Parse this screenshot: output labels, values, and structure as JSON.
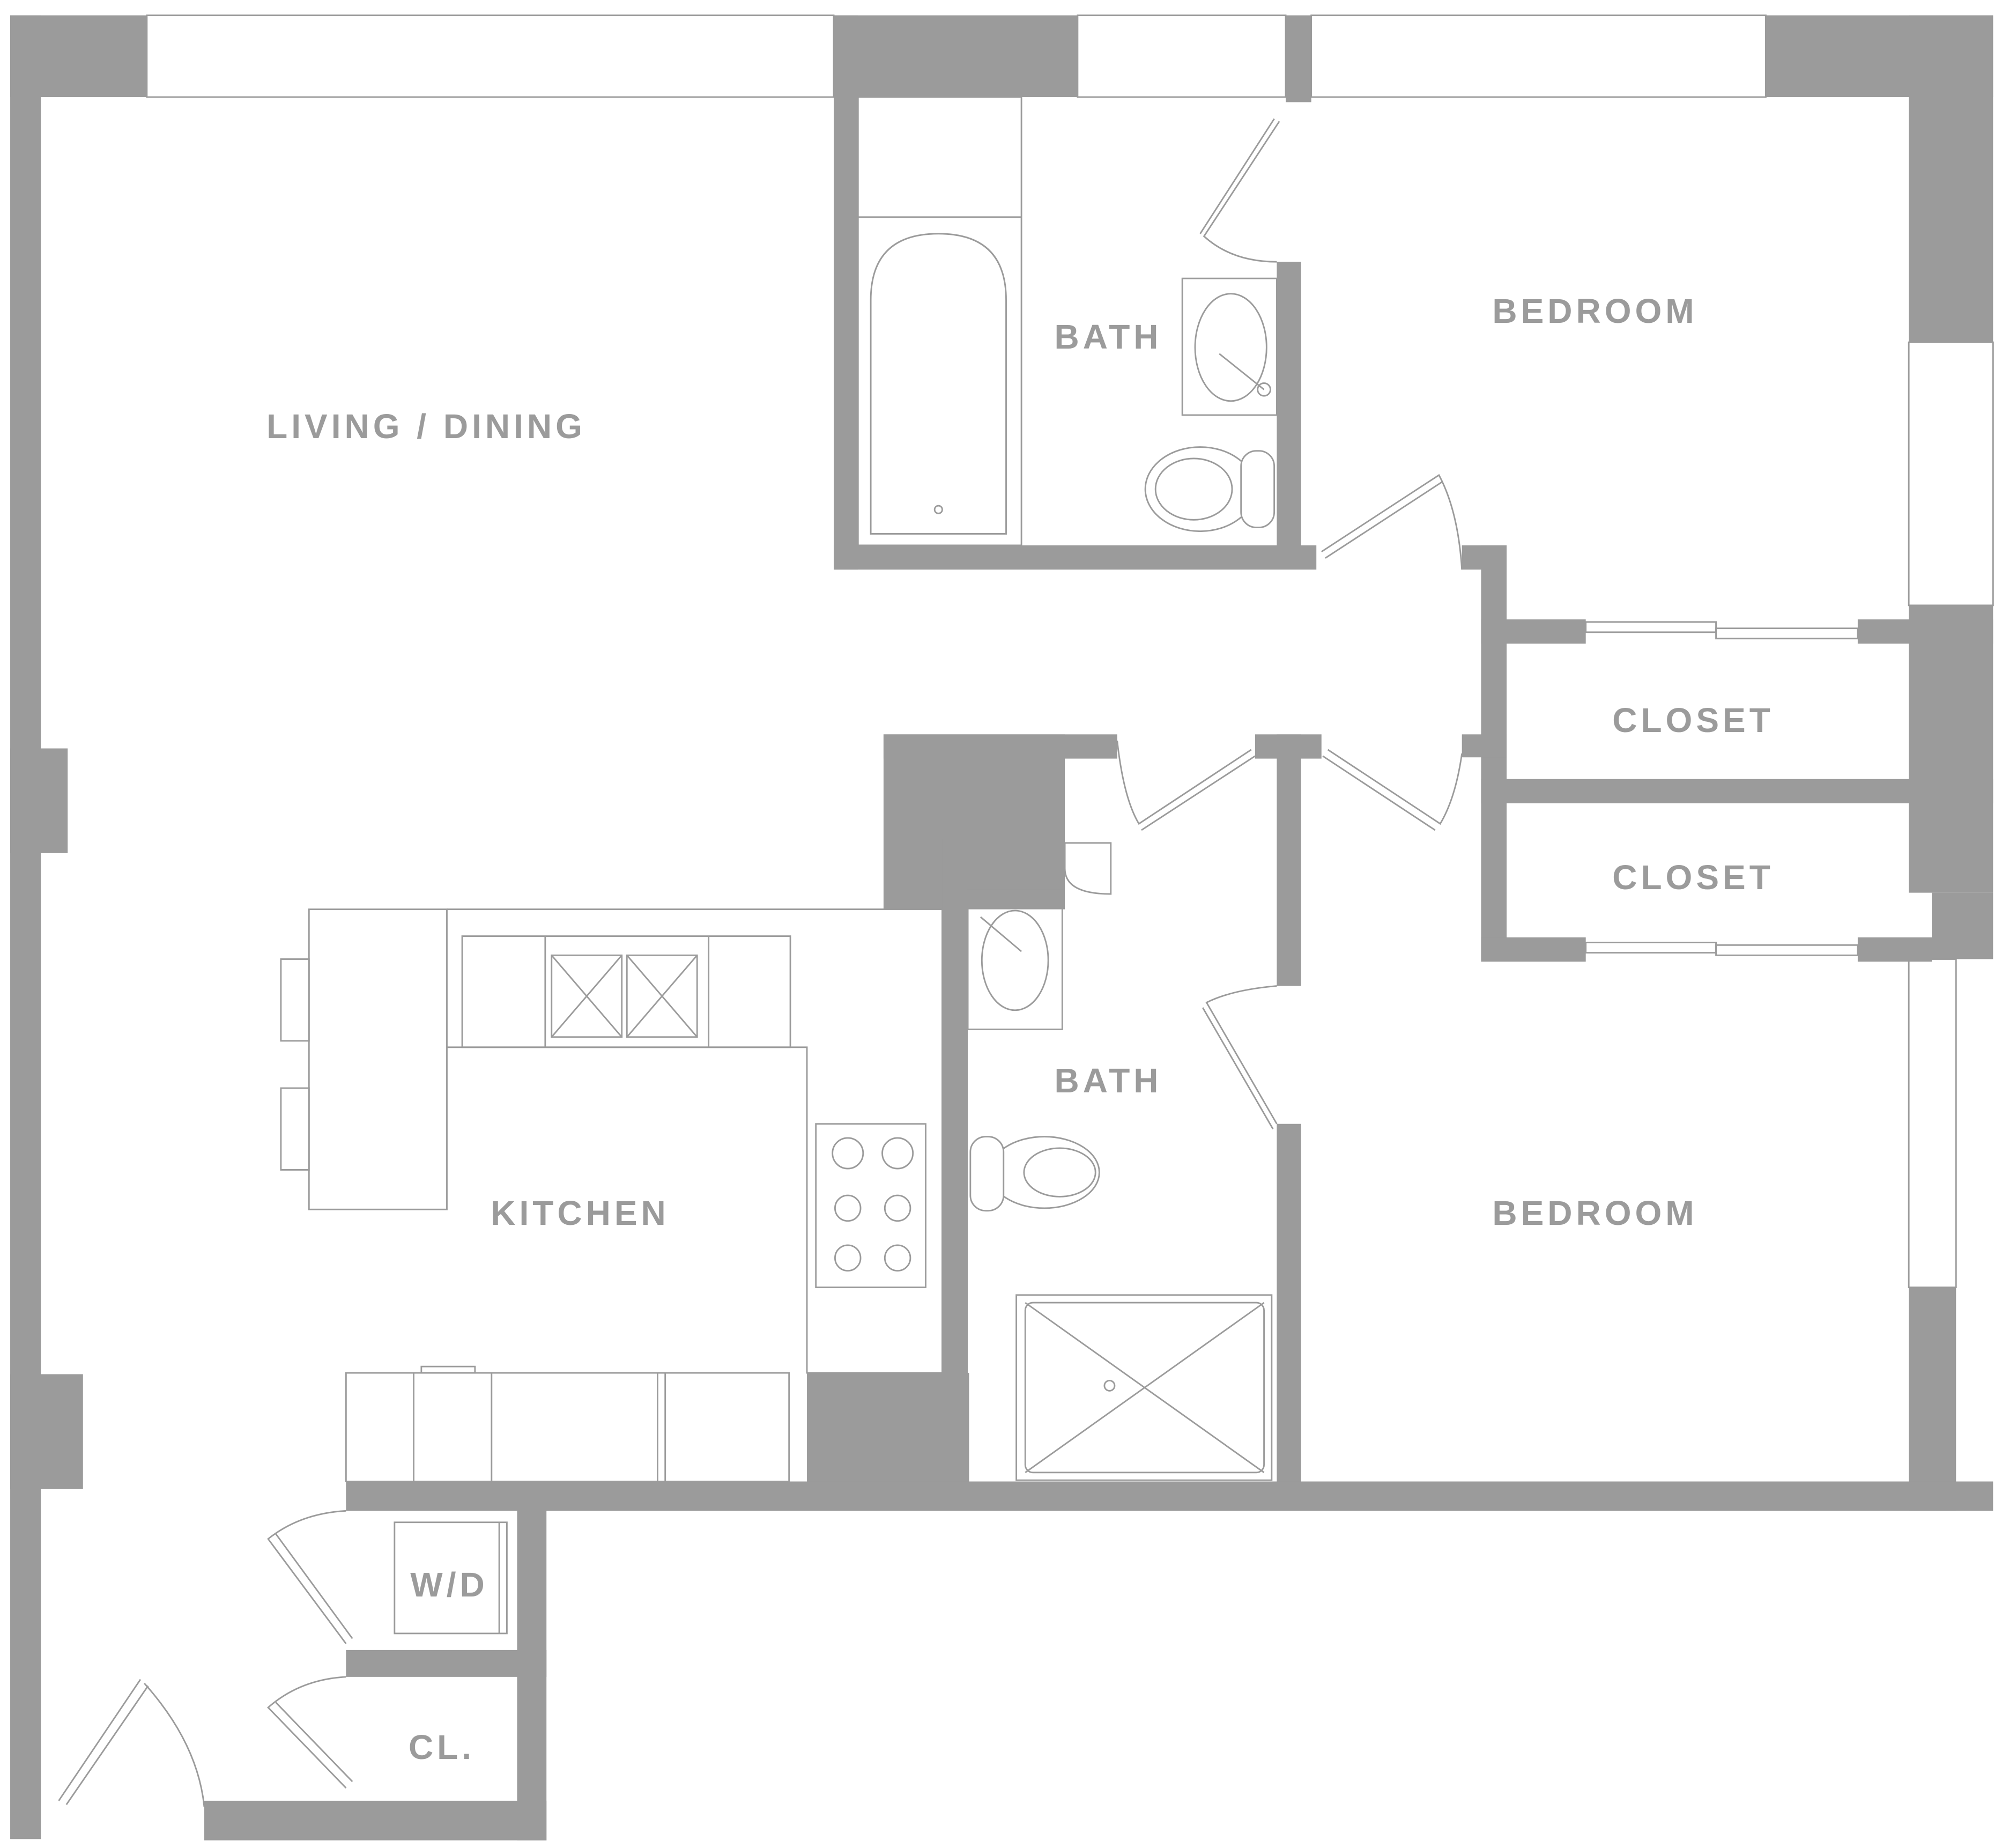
{
  "plan": {
    "type": "apartment floor plan",
    "wall_color": "#9b9b9b",
    "background": "#ffffff"
  },
  "rooms": {
    "living_dining": "LIVING / DINING",
    "bath_1": "BATH",
    "bedroom_1": "BEDROOM",
    "closet_1": "CLOSET",
    "closet_2": "CLOSET",
    "bath_2": "BATH",
    "kitchen": "KITCHEN",
    "bedroom_2": "BEDROOM",
    "wd": "W/D",
    "cl": "CL."
  }
}
